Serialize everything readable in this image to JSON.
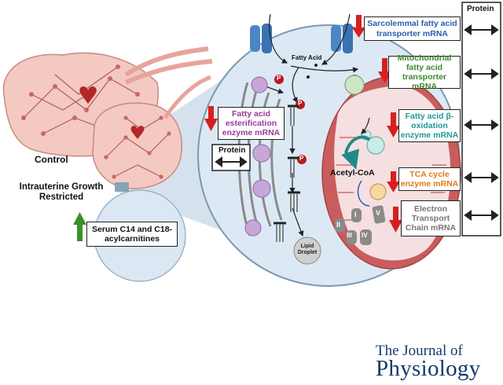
{
  "labels": {
    "control": "Control",
    "iugr": "Intrauterine Growth Restricted",
    "serum": "Serum C14 and C18-acylcarnitines",
    "fatty_acid": "Fatty Acid",
    "acetyl_coa": "Acetyl-CoA",
    "lipid_droplet": "Lipid Droplet",
    "protein_column_header": "Protein",
    "protein_box": "Protein",
    "p_symbol": "P"
  },
  "mrna_boxes": [
    {
      "text": "Sarcolemmal fatty acid transporter mRNA",
      "color": "#2a5fb0"
    },
    {
      "text": "Mitochondrial fatty acid transporter mRNA",
      "color": "#3a8a2a"
    },
    {
      "text": "Fatty acid β-oxidation enzyme mRNA",
      "color": "#1f9a9a"
    },
    {
      "text": "TCA cycle enzyme mRNA",
      "color": "#e07b1a"
    },
    {
      "text": "Electron Transport Chain mRNA",
      "color": "#777777"
    },
    {
      "text": "Fatty acid esterification enzyme mRNA",
      "color": "#9b3a9b"
    }
  ],
  "complexes": [
    "I",
    "II",
    "III",
    "IV",
    "V"
  ],
  "journal": {
    "line1": "The Journal of",
    "line2": "Physiology"
  },
  "colors": {
    "decrease_arrow": "#d62020",
    "increase_arrow": "#3a8f2a",
    "cell_fill": "#dce9f5",
    "mito": "#c95c5c",
    "placenta": "#f3c9c2"
  }
}
